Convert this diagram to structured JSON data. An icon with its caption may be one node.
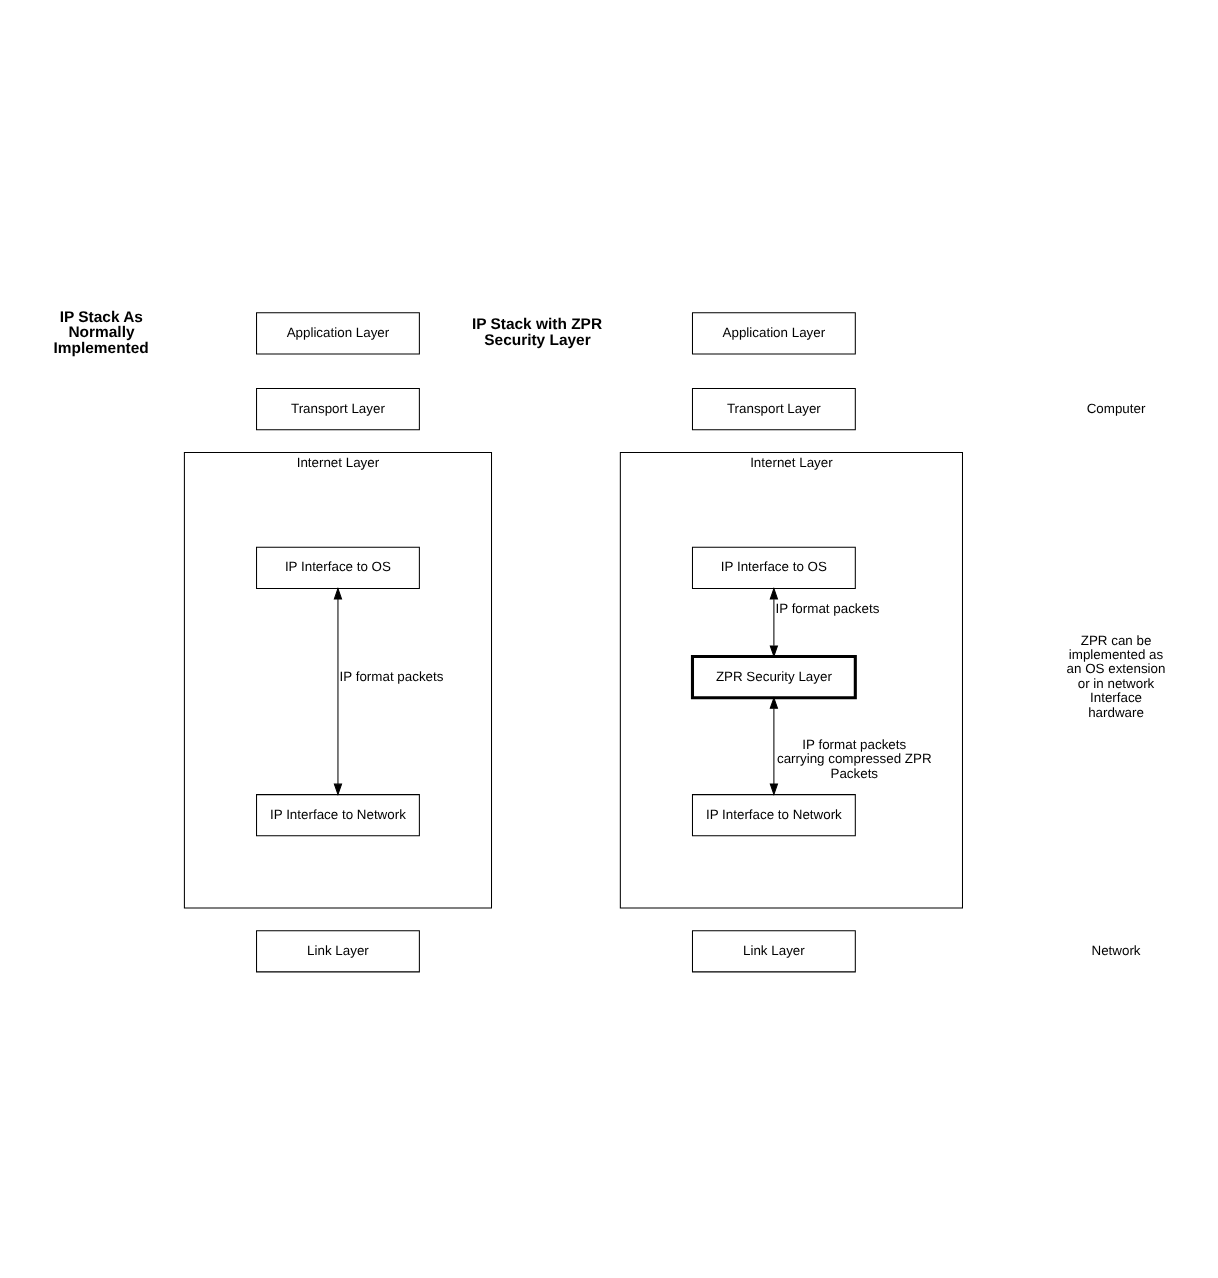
{
  "diagram": {
    "nodes": [
      {
        "text": [
          "Application Layer"
        ]
      },
      {
        "text": [
          "Transport Layer"
        ]
      },
      {
        "text": [
          "Internet Layer"
        ]
      },
      {
        "text": [
          "IP Interface to OS"
        ],
        "in": 2
      },
      {
        "text": [
          "IP Interface to Network"
        ],
        "in": 2
      },
      {
        "text": [
          "Link Layer"
        ]
      },
      {
        "text": [
          "Application Layer"
        ]
      },
      {
        "text": [
          "Transport Layer"
        ]
      },
      {
        "text": [
          "Internet Layer"
        ]
      },
      {
        "text": [
          "IP Interface to OS"
        ],
        "in": 8
      },
      {
        "text": [
          "ZPR Security Layer"
        ],
        "in": 8
      },
      {
        "text": [
          "IP Interface to Network"
        ],
        "in": 8
      },
      {
        "text": [
          "Link Layer"
        ]
      }
    ],
    "edges": [
      {
        "from": 3,
        "to": 4,
        "arrow": "both",
        "label": "IP format packets"
      },
      {
        "from": 9,
        "to": 10,
        "arrow": "both",
        "label": "IP format packets"
      },
      {
        "from": 10,
        "to": 11,
        "arrow": "both",
        "label": "IP format packets carrying compressed ZPR Packets"
      }
    ],
    "labels": [
      "IP Stack As Normally Implemented",
      "IP Stack with ZPR Security Layer",
      "Computer",
      "ZPR can be implemented as an OS extension or in network Interface hardware",
      "Network"
    ]
  }
}
